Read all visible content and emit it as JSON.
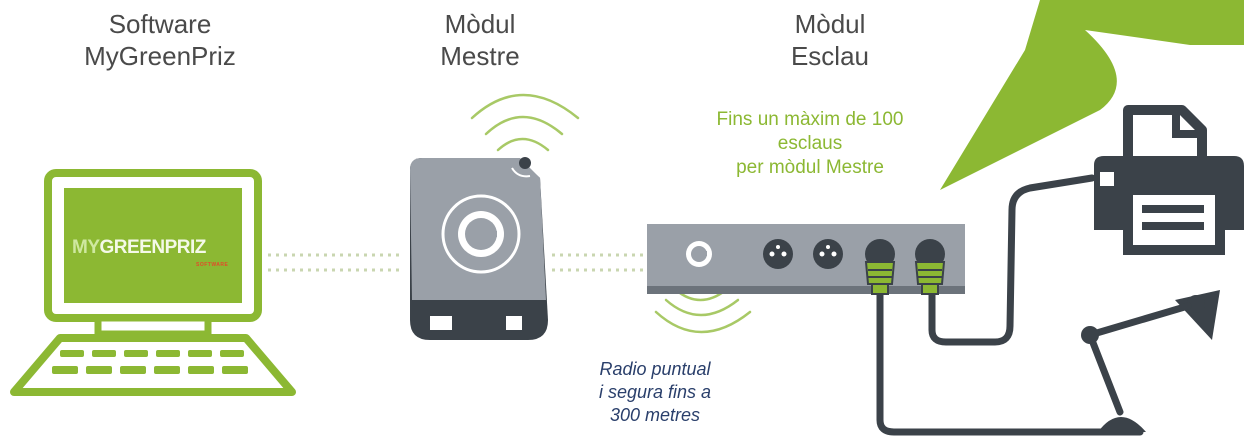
{
  "labels": {
    "software_line1": "Software",
    "software_line2": "MyGreenPriz",
    "master_line1": "Mòdul",
    "master_line2": "Mestre",
    "slave_line1": "Mòdul",
    "slave_line2": "Esclau"
  },
  "notes": {
    "slaves_line1": "Fins un màxim de 100",
    "slaves_line2": "esclaus",
    "slaves_line3": "per mòdul Mestre",
    "radio_line1": "Radio puntual",
    "radio_line2": "i segura fins a",
    "radio_line3": "300 metres"
  },
  "screen_logo": {
    "my": "MY",
    "greenpriz": "GREENPRIZ",
    "subtitle": "SOFTWARE"
  },
  "colors": {
    "green": "#8cb833",
    "dark": "#3b4249",
    "grey_box": "#9aa0a8",
    "navy_text": "#2a3f6b"
  },
  "icons": [
    "laptop-icon",
    "master-module-icon",
    "slave-power-strip-icon",
    "printer-icon",
    "desk-lamp-icon",
    "wifi-waves-icon",
    "speech-callout"
  ]
}
